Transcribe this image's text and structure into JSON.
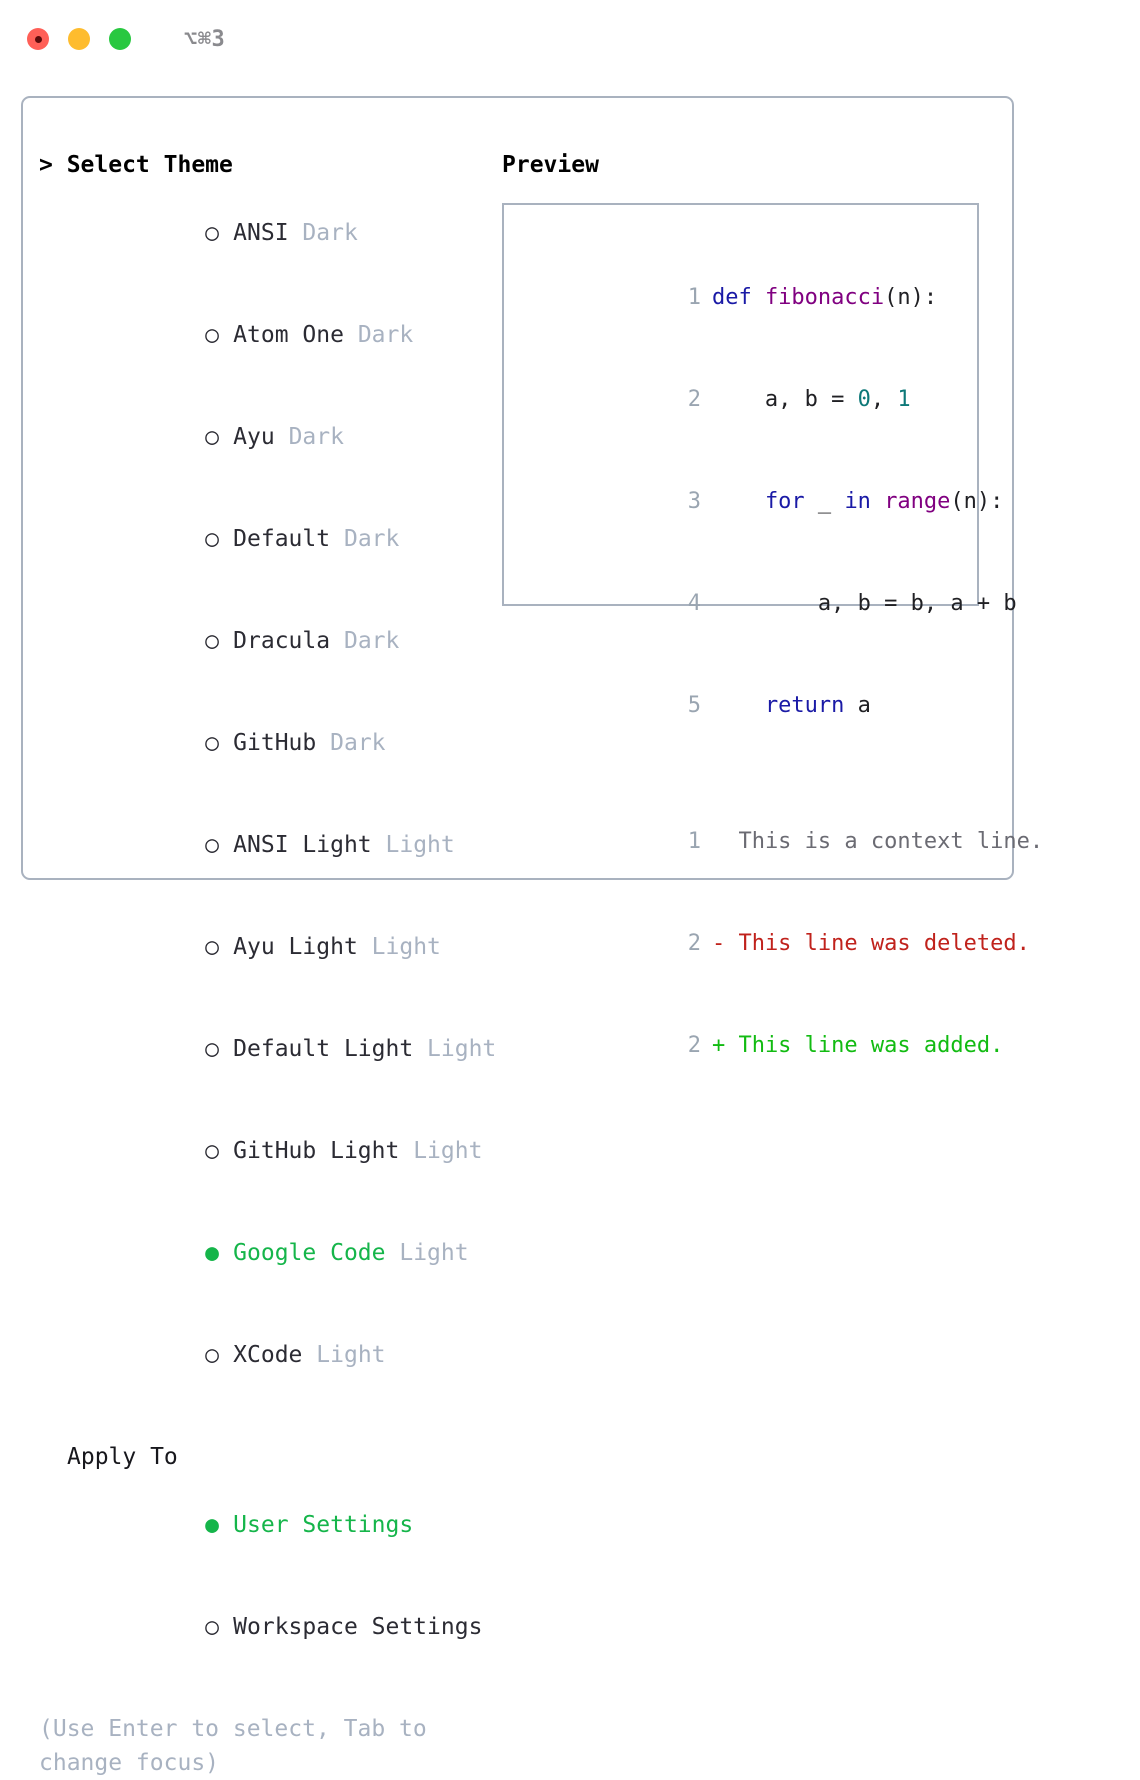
{
  "titlebar": {
    "controls": [
      {
        "name": "close-button",
        "color": "#ff5f57"
      },
      {
        "name": "minimize-button",
        "color": "#febc2e"
      },
      {
        "name": "maximize-button",
        "color": "#28c840"
      }
    ],
    "shortcut": "⌥⌘3"
  },
  "theme_picker": {
    "heading": "> Select Theme",
    "heading_caret": ">",
    "heading_text": "Select Theme",
    "marker_selected": "●",
    "marker_unselected": "○",
    "selected_color": "#15b54a",
    "tag_color": "#a8b2c1",
    "options": [
      {
        "marker": "○",
        "name": "ANSI",
        "tag": "Dark",
        "selected": false
      },
      {
        "marker": "○",
        "name": "Atom One",
        "tag": "Dark",
        "selected": false
      },
      {
        "marker": "○",
        "name": "Ayu",
        "tag": "Dark",
        "selected": false
      },
      {
        "marker": "○",
        "name": "Default",
        "tag": "Dark",
        "selected": false
      },
      {
        "marker": "○",
        "name": "Dracula",
        "tag": "Dark",
        "selected": false
      },
      {
        "marker": "○",
        "name": "GitHub",
        "tag": "Dark",
        "selected": false
      },
      {
        "marker": "○",
        "name": "ANSI Light",
        "tag": "Light",
        "selected": false
      },
      {
        "marker": "○",
        "name": "Ayu Light",
        "tag": "Light",
        "selected": false
      },
      {
        "marker": "○",
        "name": "Default Light",
        "tag": "Light",
        "selected": false
      },
      {
        "marker": "○",
        "name": "GitHub Light",
        "tag": "Light",
        "selected": false
      },
      {
        "marker": "●",
        "name": "Google Code",
        "tag": "Light",
        "selected": true
      },
      {
        "marker": "○",
        "name": "XCode",
        "tag": "Light",
        "selected": false
      }
    ]
  },
  "apply_to": {
    "heading": "Apply To",
    "options": [
      {
        "marker": "●",
        "name": "User Settings",
        "selected": true
      },
      {
        "marker": "○",
        "name": "Workspace Settings",
        "selected": false
      }
    ]
  },
  "hint": "(Use Enter to select, Tab to change focus)",
  "preview": {
    "heading": "Preview",
    "code_lines": [
      {
        "number": "1",
        "tokens": [
          {
            "text": "def ",
            "kind": "kw"
          },
          {
            "text": "fibonacci",
            "kind": "fn"
          },
          {
            "text": "(n):",
            "kind": "plain"
          }
        ]
      },
      {
        "number": "2",
        "tokens": [
          {
            "text": "    a, b = ",
            "kind": "plain"
          },
          {
            "text": "0",
            "kind": "num"
          },
          {
            "text": ", ",
            "kind": "plain"
          },
          {
            "text": "1",
            "kind": "num"
          }
        ]
      },
      {
        "number": "3",
        "tokens": [
          {
            "text": "    ",
            "kind": "plain"
          },
          {
            "text": "for",
            "kind": "kw"
          },
          {
            "text": " _ ",
            "kind": "plain"
          },
          {
            "text": "in",
            "kind": "kw"
          },
          {
            "text": " ",
            "kind": "plain"
          },
          {
            "text": "range",
            "kind": "fn"
          },
          {
            "text": "(n):",
            "kind": "plain"
          }
        ]
      },
      {
        "number": "4",
        "tokens": [
          {
            "text": "        a, b = b, a + b",
            "kind": "plain"
          }
        ]
      },
      {
        "number": "5",
        "tokens": [
          {
            "text": "    ",
            "kind": "plain"
          },
          {
            "text": "return",
            "kind": "kw"
          },
          {
            "text": " a",
            "kind": "plain"
          }
        ]
      }
    ],
    "diff_lines": [
      {
        "number": "1",
        "sign": " ",
        "text": " This is a context line.",
        "kind": "ctx"
      },
      {
        "number": "2",
        "sign": "-",
        "text": " This line was deleted.",
        "kind": "del"
      },
      {
        "number": "2",
        "sign": "+",
        "text": " This line was added.",
        "kind": "add"
      }
    ],
    "syntax_colors": {
      "keyword": "#1a1aa6",
      "function": "#800080",
      "number": "#0d7878",
      "plain": "#202024",
      "line_number": "#9aa5b1",
      "diff_context": "#6b6b73",
      "diff_deleted": "#c0221c",
      "diff_added": "#12bb12"
    }
  }
}
